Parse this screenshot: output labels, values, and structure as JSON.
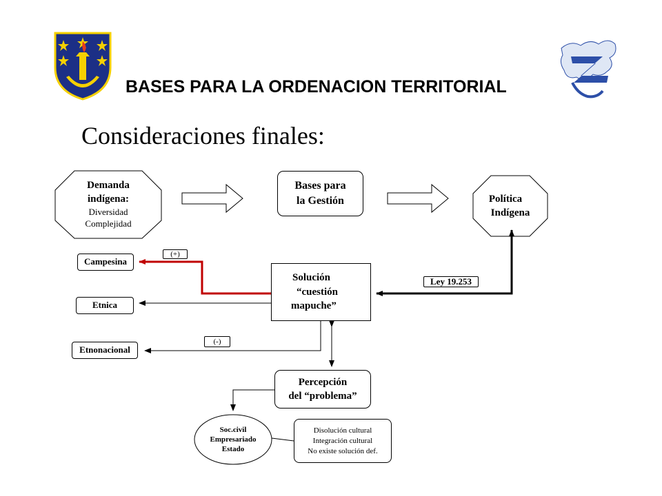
{
  "header": {
    "title": "BASES PARA LA ORDENACION TERRITORIAL"
  },
  "subtitle": "Consideraciones  finales:",
  "nodes": {
    "demanda": {
      "title1": "Demanda",
      "title2": "indígena:",
      "line1": "Diversidad",
      "line2": "Complejidad"
    },
    "bases": {
      "line1": "Bases para",
      "line2": "la Gestión"
    },
    "politica": {
      "line1": "Política",
      "line2": "Indígena"
    },
    "campesina": "Campesina",
    "etnica": "Etnica",
    "etnonacional": "Etnonacional",
    "solucion": {
      "line1": "Solución",
      "line2": "“cuestión",
      "line3": "mapuche”"
    },
    "percepcion": {
      "line1": "Percepción",
      "line2": "del “problema”"
    },
    "actores": {
      "line1": "Soc.civil",
      "line2": "Empresariado",
      "line3": "Estado"
    },
    "resultados": {
      "line1": "Disolución cultural",
      "line2": "Integración cultural",
      "line3": "No existe solución def."
    }
  },
  "edge_labels": {
    "plus": "(+)",
    "minus": "(-)",
    "ley": "Ley 19.253"
  },
  "colors": {
    "highlight": "#c00000",
    "shield_blue": "#1c2f86",
    "shield_yellow": "#f5d000",
    "logo_blue": "#2d4fa8"
  }
}
